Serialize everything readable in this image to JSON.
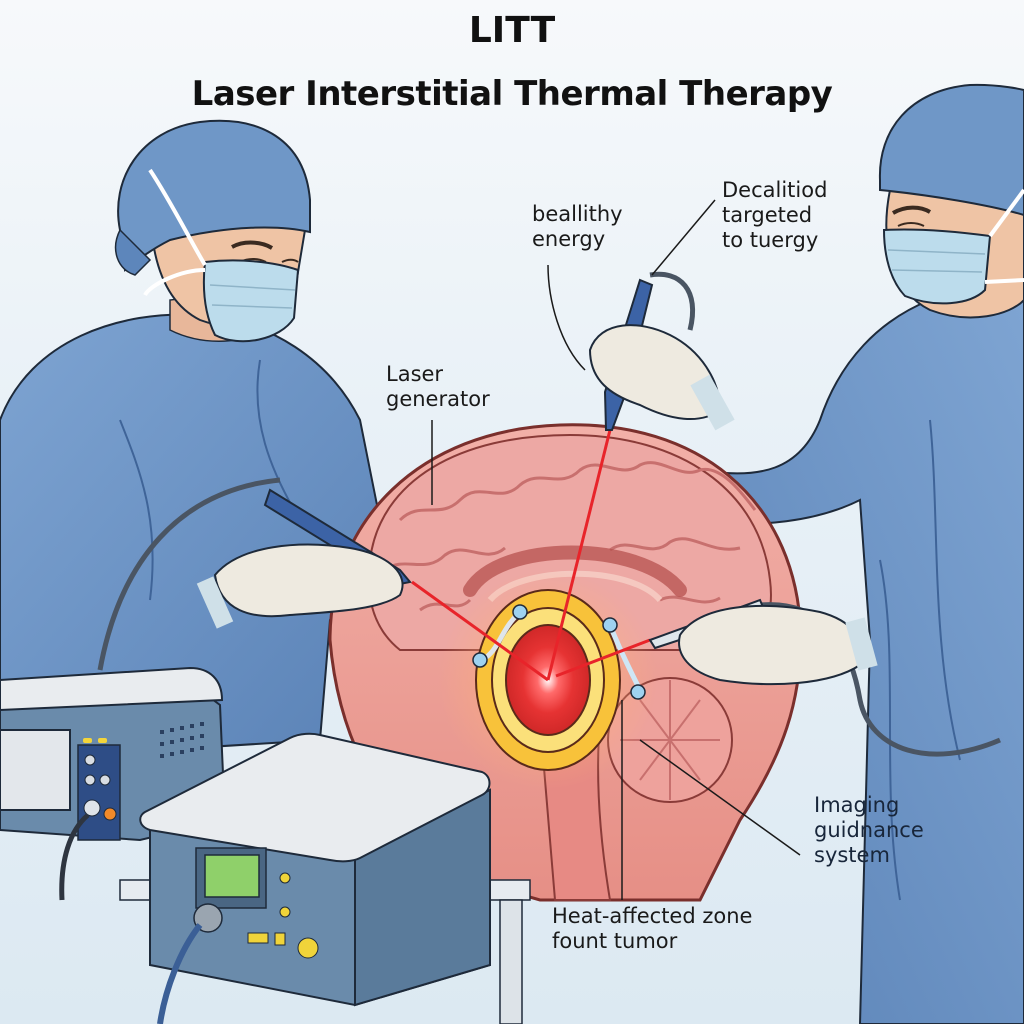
{
  "title": {
    "abbreviation": "LITT",
    "full_name": "Laser Interstitial Thermal Therapy"
  },
  "labels": {
    "energy": "beallithy\nenergy",
    "targeted": "Decalitiod\ntargeted\nto tuergy",
    "laser_generator": "Laser\ngenerator",
    "imaging": "Imaging\nguidnance\nsystem",
    "heat_zone": "Heat-affected zone\nfount tumor"
  },
  "colors": {
    "scrubs": "#6f97c7",
    "scrubs_dark": "#4f79ad",
    "mask": "#bcdcec",
    "glove": "#eeeae0",
    "brain": "#eda8a4",
    "brain_fold": "#c8706e",
    "laser": "#e8242a",
    "heat_core": "#ffffff",
    "heat_inner": "#ef3b3a",
    "heat_ring": "#f8c23a",
    "equipment": "#6a8bab",
    "equipment_top": "#e9ecef",
    "screen": "#8fd06a",
    "knob": "#f0d43a"
  },
  "equipment": {
    "left_console": {
      "indicator_lights": 2,
      "knobs": 3,
      "orange_button": true
    },
    "right_console": {
      "screen_color": "green",
      "yellow_controls": 5
    }
  }
}
